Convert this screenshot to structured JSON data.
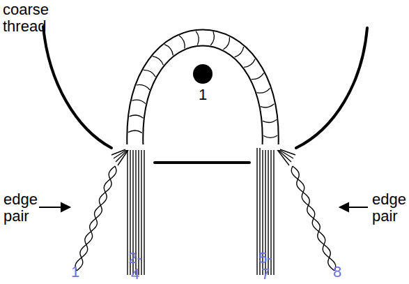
{
  "diagram": {
    "labels": [
      "coarse thread",
      "1",
      "edge pair",
      "edge pair",
      "1",
      "2-4",
      "5-7",
      "8"
    ]
  }
}
